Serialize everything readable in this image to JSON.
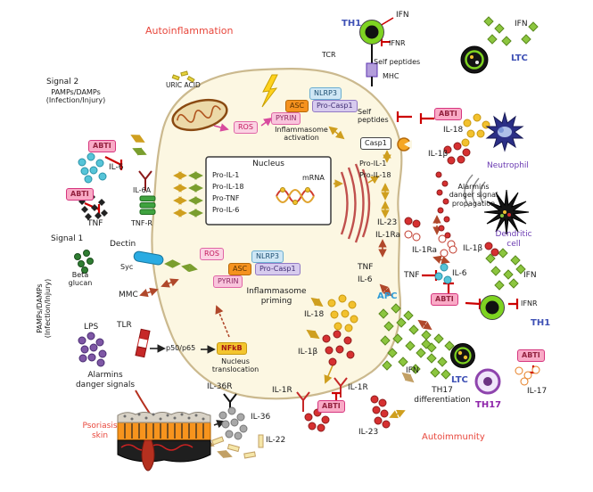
{
  "figure": "Autoinflammation and autoimmunity signaling pathway diagram",
  "palette": {
    "cell_fill": "#fcf7e2",
    "cell_border": "#cbb98e",
    "red_label": "#e8473c",
    "blue_label": "#3f51b5",
    "violet_label": "#6a3ab2",
    "apc_label": "#2e9bd6",
    "abti_bg": "#f9aac6",
    "nlrp3_bg": "#cfe7f5",
    "asc_bg": "#f5921e",
    "procasp1_bg": "#d7cbee",
    "pyrin_bg": "#f9c4dc",
    "nfkb_bg": "#f3c52e"
  },
  "labels": {
    "autoinflammation": "Autoinflammation",
    "autoimmunity": "Autoimmunity",
    "psoriasis_skin": "Psoriasis\nskin",
    "signal1": "Signal 1",
    "signal2": "Signal 2",
    "pamps_damps": "PAMPs/DAMPs\n(Infection/Injury)",
    "uric_acid": "URIC ACID",
    "ros": "ROS",
    "inflammasome_activation": "Inflammasome\nactivation",
    "inflammasome_priming": "Inflammasome\npriming",
    "nlrp3": "NLRP3",
    "asc": "ASC",
    "pro_casp1": "Pro-Casp1",
    "pyrin": "PYRIN",
    "casp1": "Casp1",
    "abti": "ABTI",
    "nucleus": "Nucleus",
    "pro_il1": "Pro-IL-1",
    "pro_il18": "Pro-IL-18",
    "pro_tnf": "Pro-TNF",
    "pro_il6": "Pro-IL-6",
    "mrna": "mRNA",
    "self_peptides": "Self peptides",
    "self_peptides_2": "Self\npeptides",
    "mhc": "MHC",
    "tcr": "TCR",
    "ifn": "IFN",
    "ifnr": "IFNR",
    "th1": "TH1",
    "ltc": "LTC",
    "th17": "TH17",
    "th17_differentiation": "TH17\ndifferentiation",
    "apc": "APC",
    "neutrophil": "Neutrophil",
    "dendritic_cell": "Dendritic\ncell",
    "alarmins_propagation": "Alarmins\ndanger signal\npropagation",
    "alarmins_danger": "Alarmins\ndanger signals",
    "il6": "IL-6",
    "il6a": "IL-6A",
    "tnf": "TNF",
    "tnf_r": "TNF-R",
    "il18": "IL-18",
    "il1b": "IL-1β",
    "il23": "IL-23",
    "il1ra": "IL-1Ra",
    "il1r": "IL-1R",
    "il17": "IL-17",
    "il36": "IL-36",
    "il36r": "IL-36R",
    "il22": "IL-22",
    "dectin": "Dectin",
    "syc": "Syc",
    "beta_glucan": "Beta\nglucan",
    "mmc": "MMC",
    "lps": "LPS",
    "tlr": "TLR",
    "p50_p65": "p50/p65",
    "nfkb": "NFkB",
    "nucleus_translocation": "Nucleus\ntranslocation"
  },
  "molecule_icons": {
    "green_diamond": "IFN",
    "yellow_circle": "IL-18",
    "red_circle": "IL-1β",
    "hollow_red_circle": "IL-1Ra",
    "cyan_circle": "IL-6",
    "black_diamond": "TNF",
    "purple_circle": "LPS / alarmins",
    "gray_circle": "IL-36",
    "orange_hollow_circle": "IL-17",
    "yellow_bar": "IL-22"
  }
}
